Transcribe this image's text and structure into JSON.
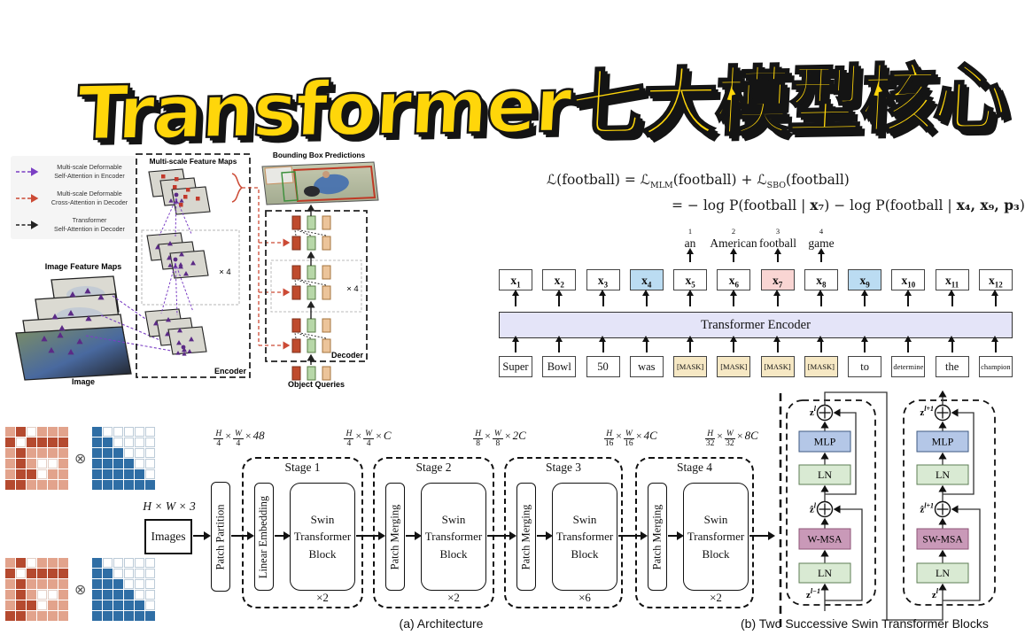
{
  "palette": {
    "title_yellow": "#FFD60A",
    "title_outline": "#141414",
    "legend_purple": "#7B3FC4",
    "legend_red": "#CC4A35",
    "legend_black": "#222222",
    "token_blue": "#BBDCF2",
    "token_pink": "#F9D5D3",
    "mask_tan": "#F6E8C4",
    "encoder_lavender": "#E4E4F8",
    "matrix_salmon": "#E2A38C",
    "matrix_dark_red": "#B54A2F",
    "matrix_blue": "#2F6EA5",
    "ln_green": "#D9EAD3",
    "mlp_blue": "#B4C7E7",
    "msa_pink": "#C999B8",
    "decoder_red": "#BF4B2D",
    "decoder_green": "#B7D7A8",
    "decoder_tan": "#ECC49A"
  },
  "title": {
    "text": "Transformer七大模型核心"
  },
  "detr": {
    "legend": [
      {
        "line1": "Multi-scale Deformable",
        "line2": "Self-Attention in Encoder"
      },
      {
        "line1": "Multi-scale Deformable",
        "line2": "Cross-Attention in Decoder"
      },
      {
        "line1": "Transformer",
        "line2": "Self-Attention in Decoder"
      }
    ],
    "image_feature_maps_label": "Image Feature Maps",
    "image_label": "Image",
    "multiscale_label": "Multi-scale Feature Maps",
    "encoder_label": "Encoder",
    "encoder_times": "× 4",
    "bbox_label": "Bounding Box Predictions",
    "decoder_label": "Decoder",
    "decoder_times": "× 4",
    "object_queries_label": "Object Queries"
  },
  "spanbert": {
    "formula1": {
      "p0": "ℒ(football) = ℒ",
      "s0": "MLM",
      "p1": "(football) + ℒ",
      "s1": "SBO",
      "p2": "(football)"
    },
    "formula2": {
      "p0": "= − log P(football | ",
      "b0": "x₇",
      "p1": ") − log P(football | ",
      "b1": "x₄, x₉, p₃",
      "p2": ")"
    },
    "annotations": [
      {
        "num": "1",
        "word": "an"
      },
      {
        "num": "2",
        "word": "American"
      },
      {
        "num": "3",
        "word": "football"
      },
      {
        "num": "4",
        "word": "game"
      }
    ],
    "encoder_label": "Transformer Encoder",
    "tokens": [
      {
        "t": "x",
        "s": "1",
        "cls": "tok"
      },
      {
        "t": "x",
        "s": "2",
        "cls": "tok"
      },
      {
        "t": "x",
        "s": "3",
        "cls": "tok"
      },
      {
        "t": "x",
        "s": "4",
        "cls": "tok tok-blue"
      },
      {
        "t": "x",
        "s": "5",
        "cls": "tok"
      },
      {
        "t": "x",
        "s": "6",
        "cls": "tok"
      },
      {
        "t": "x",
        "s": "7",
        "cls": "tok tok-pink"
      },
      {
        "t": "x",
        "s": "8",
        "cls": "tok"
      },
      {
        "t": "x",
        "s": "9",
        "cls": "tok tok-blue"
      },
      {
        "t": "x",
        "s": "10",
        "cls": "tok"
      },
      {
        "t": "x",
        "s": "11",
        "cls": "tok"
      },
      {
        "t": "x",
        "s": "12",
        "cls": "tok"
      }
    ],
    "inputs": [
      {
        "text": "Super",
        "cls": "inp"
      },
      {
        "text": "Bowl",
        "cls": "inp"
      },
      {
        "text": "50",
        "cls": "inp"
      },
      {
        "text": "was",
        "cls": "inp"
      },
      {
        "text": "[MASK]",
        "cls": "inp inp-mask"
      },
      {
        "text": "[MASK]",
        "cls": "inp inp-mask"
      },
      {
        "text": "[MASK]",
        "cls": "inp inp-mask"
      },
      {
        "text": "[MASK]",
        "cls": "inp inp-mask"
      },
      {
        "text": "to",
        "cls": "inp"
      },
      {
        "text": "determine",
        "cls": "inp inp-small"
      },
      {
        "text": "the",
        "cls": "inp"
      },
      {
        "text": "champion",
        "cls": "inp inp-small"
      }
    ]
  },
  "masking": {
    "otimes": "⊗",
    "red_pattern": [
      "LDWLLL",
      "DWDDDD",
      "LDLLLL",
      "LDLWWL",
      "LDDWLL",
      "DDLLLL"
    ],
    "blue_pattern": [
      "BWWWWW",
      "BBWWWW",
      "BBBWWW",
      "BBBBWW",
      "BBBBBW",
      "BBBBBB"
    ]
  },
  "swin": {
    "times_sign": "×",
    "input_dim": "H × W × 3",
    "images_label": "Images",
    "patch_partition": "Patch Partition",
    "dims": [
      {
        "n1": "H",
        "d1": "4",
        "n2": "W",
        "d2": "4",
        "m": "48"
      },
      {
        "n1": "H",
        "d1": "4",
        "n2": "W",
        "d2": "4",
        "m": "C"
      },
      {
        "n1": "H",
        "d1": "8",
        "n2": "W",
        "d2": "8",
        "m": "2C"
      },
      {
        "n1": "H",
        "d1": "16",
        "n2": "W",
        "d2": "16",
        "m": "4C"
      },
      {
        "n1": "H",
        "d1": "32",
        "n2": "W",
        "d2": "32",
        "m": "8C"
      }
    ],
    "stages": [
      {
        "name": "Stage 1",
        "pre": "Linear Embedding",
        "block": "Swin Transformer Block",
        "mult": "×2"
      },
      {
        "name": "Stage 2",
        "pre": "Patch Merging",
        "block": "Swin Transformer Block",
        "mult": "×2"
      },
      {
        "name": "Stage 3",
        "pre": "Patch Merging",
        "block": "Swin Transformer Block",
        "mult": "×6"
      },
      {
        "name": "Stage 4",
        "pre": "Patch Merging",
        "block": "Swin Transformer Block",
        "mult": "×2"
      }
    ],
    "caption_a": "(a) Architecture",
    "caption_b": "(b) Two Successive Swin Transformer Blocks",
    "block_left": {
      "out_base": "z",
      "out_sup": "l",
      "mlp": "MLP",
      "ln2": "LN",
      "mid_base": "ẑ",
      "mid_sup": "l",
      "msa": "W-MSA",
      "ln1": "LN",
      "in_base": "z",
      "in_sup": "l−1"
    },
    "block_right": {
      "out_base": "z",
      "out_sup": "l+1",
      "mlp": "MLP",
      "ln2": "LN",
      "mid_base": "ẑ",
      "mid_sup": "l+1",
      "msa": "SW-MSA",
      "ln1": "LN",
      "in_base": "z",
      "in_sup": "l"
    }
  }
}
